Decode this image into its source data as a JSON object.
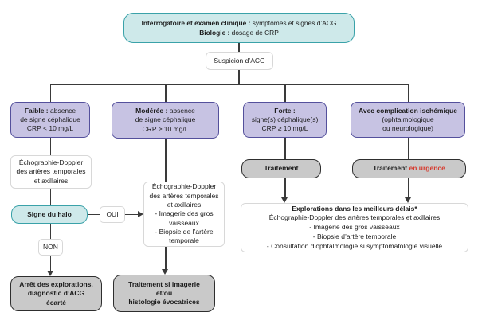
{
  "colors": {
    "teal_fill": "#cee9ea",
    "teal_border": "#3aa2a9",
    "purple_fill": "#c7c3e3",
    "purple_border": "#54509c",
    "gray_fill": "#c9c9c9",
    "gray_border": "#2e2e2e",
    "white_box_border": "#d8d8d8",
    "connector": "#3a3a3a",
    "urgent_red": "#d63b2f",
    "text": "#1c1c1c"
  },
  "nodes": {
    "top": {
      "bold1": "Interrogatoire et examen clinique :",
      "text1": "symptômes et signes d’ACG",
      "bold2": "Biologie :",
      "text2": "dosage de CRP"
    },
    "suspicion": {
      "label": "Suspicion d’ACG"
    },
    "faible": {
      "bold": "Faible :",
      "rest": "absence",
      "line2": "de signe céphalique",
      "line3": "CRP < 10 mg/L"
    },
    "moderee": {
      "bold": "Modérée :",
      "rest": "absence",
      "line2": "de signe céphalique",
      "line3": "CRP ≥ 10 mg/L"
    },
    "forte": {
      "bold": "Forte :",
      "line2": "signe(s) céphalique(s)",
      "line3": "CRP ≥ 10 mg/L"
    },
    "complication": {
      "bold": "Avec complication ischémique",
      "line2": "(ophtalmologique",
      "line3": "ou neurologique)"
    },
    "echo1": {
      "lines": [
        "Échographie-Doppler",
        "des artères temporales",
        "et axillaires"
      ]
    },
    "halo": {
      "label": "Signe du halo"
    },
    "oui": {
      "label": "OUI"
    },
    "non": {
      "label": "NON"
    },
    "arret": {
      "lines": [
        "Arrêt des explorations,",
        "diagnostic d’ACG",
        "écarté"
      ]
    },
    "echo2": {
      "lines": [
        "Échographie-Doppler",
        "des artères temporales",
        "et axillaires",
        "- Imagerie des gros",
        "vaisseaux",
        "- Biopsie de l’artère",
        "temporale"
      ]
    },
    "traitement_si": {
      "lines": [
        "Traitement si imagerie",
        "et/ou",
        "histologie évocatrices"
      ]
    },
    "traitement": {
      "label": "Traitement"
    },
    "traitement_urgence": {
      "label": "Traitement",
      "urgent": "en urgence"
    },
    "explorations": {
      "title": "Explorations dans les meilleurs délais*",
      "lines": [
        "Échographie-Doppler des artères temporales et axillaires",
        "- Imagerie des gros vaisseaux",
        "- Biopsie d’artère temporale",
        "- Consultation d’ophtalmologie si symptomatologie visuelle"
      ]
    }
  }
}
